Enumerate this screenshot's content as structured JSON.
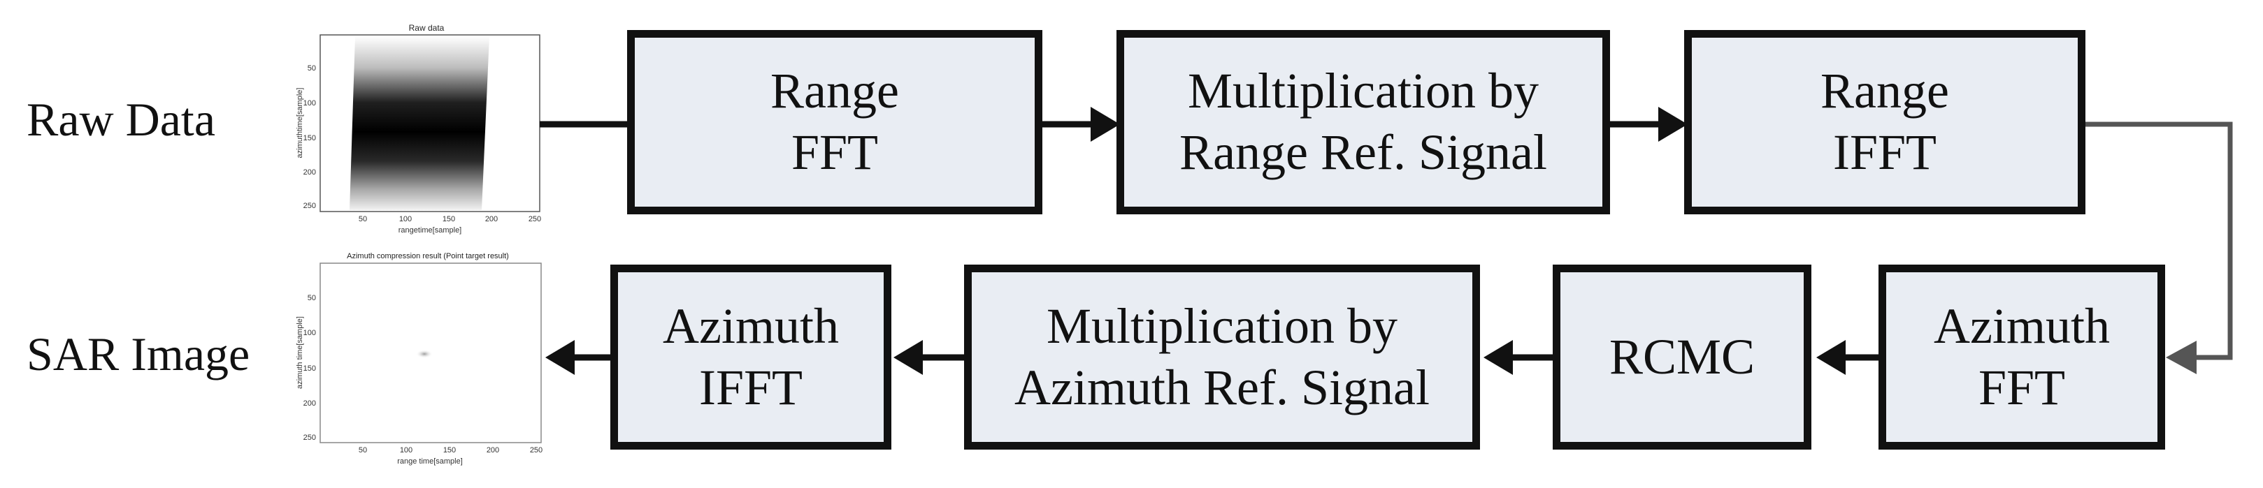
{
  "labels": {
    "raw_data": "Raw Data",
    "sar_image": "SAR Image"
  },
  "blocks": {
    "range_fft": [
      "Range",
      "FFT"
    ],
    "mult_range_ref": [
      "Multiplication by",
      "Range Ref. Signal"
    ],
    "range_ifft": [
      "Range",
      "IFFT"
    ],
    "azimuth_fft": [
      "Azimuth",
      "FFT"
    ],
    "rcmc": [
      "RCMC"
    ],
    "mult_azimuth_ref": [
      "Multiplication by",
      "Azimuth Ref. Signal"
    ],
    "azimuth_ifft": [
      "Azimuth",
      "IFFT"
    ]
  },
  "raw_plot": {
    "title": "Raw data",
    "xlabel": "rangetime[sample]",
    "ylabel": "azimuthtime[sample]",
    "xticks": [
      "50",
      "100",
      "150",
      "200",
      "250"
    ],
    "yticks": [
      "50",
      "100",
      "150",
      "200",
      "250"
    ]
  },
  "sar_plot": {
    "title": "Azimuth compression result (Point target result)",
    "xlabel": "range time[sample]",
    "ylabel": "azimuth time[sample]",
    "xticks": [
      "50",
      "100",
      "150",
      "200",
      "250"
    ],
    "yticks": [
      "50",
      "100",
      "150",
      "200",
      "250"
    ]
  },
  "colors": {
    "block_fill": "#e9edf3",
    "block_border": "#111111",
    "arrow": "#111111",
    "feedback_arrow": "#555555"
  }
}
